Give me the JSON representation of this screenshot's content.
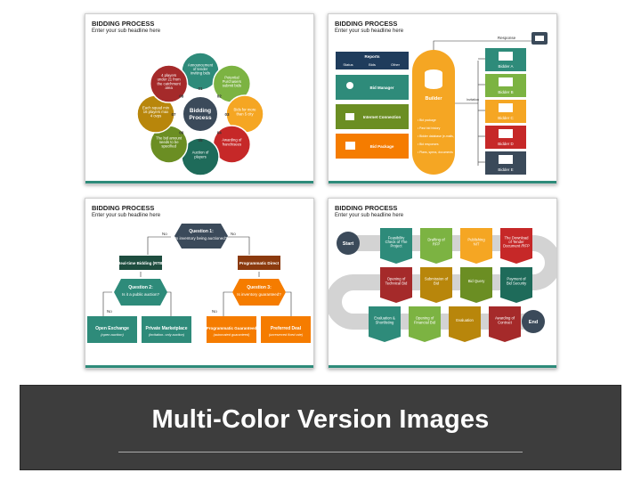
{
  "slides": [
    {
      "title": "BIDDING PROCESS",
      "subtitle": "Enter your sub headline here",
      "center_label": "Bidding Process",
      "steps": [
        {
          "num": "01",
          "text": "Announcement of tender inviting bids",
          "color": "#2e8b7a"
        },
        {
          "num": "02",
          "text": "Potential Purchasers submit bids",
          "color": "#7cb342"
        },
        {
          "num": "03",
          "text": "Bids for more than 5 city",
          "color": "#f5a623"
        },
        {
          "num": "04",
          "text": "Awarding of franchisees",
          "color": "#c62828"
        },
        {
          "num": "05",
          "text": "Auction of players",
          "color": "#1e6b5a"
        },
        {
          "num": "06",
          "text": "The bid amount needs to be specified",
          "color": "#6b8e23"
        },
        {
          "num": "07",
          "text": "Each squad min 16 players max 4 ovps",
          "color": "#b8860b"
        },
        {
          "num": "08",
          "text": "4 players under 21 from the catchment area",
          "color": "#a52a2a"
        }
      ]
    },
    {
      "title": "BIDDING PROCESS",
      "subtitle": "Enter your sub headline here",
      "response": "Response",
      "invitation": "Invitation",
      "reports": "Reports",
      "reports_tabs": [
        "Status",
        "Bids",
        "Other"
      ],
      "left_items": [
        "Bid Manager",
        "Internet Connection",
        "Bid Package"
      ],
      "builder": "Builder",
      "builder_bullets": [
        "Bid package",
        "Past bid history",
        "Bidder database (e-mails, company bid information)",
        "Bid responses",
        "Plans, specs, documents"
      ],
      "bidders": [
        "Bidder A",
        "Bidder B",
        "Bidder C",
        "Bidder D",
        "Bidder E"
      ],
      "bidder_colors": [
        "#2e8b7a",
        "#7cb342",
        "#f5a623",
        "#c62828",
        "#3b4a5a"
      ]
    },
    {
      "title": "BIDDING PROCESS",
      "subtitle": "Enter your sub headline here",
      "q1_title": "Question 1:",
      "q1_text": "Is inventory being auctioned?",
      "no": "No",
      "rtb": "Real-time Bidding (RTB)",
      "prog": "Programmatic Direct",
      "q2_title": "Question 2:",
      "q2_text": "Is it a public auction?",
      "q3_title": "Question 3:",
      "q3_text": "Is inventory guaranteed?",
      "open_ex": "Open Exchange",
      "open_ex_sub": "(open auction)",
      "pmp": "Private Marketplace",
      "pmp_sub": "(invitation- only auction)",
      "pg": "Programmatic Guaranteed",
      "pg_sub": "(automated guaranteed)",
      "pd": "Preferred Deal",
      "pd_sub": "(unreserved fixed rate)"
    },
    {
      "title": "BIDDING PROCESS",
      "subtitle": "Enter your sub headline here",
      "start": "Start",
      "end": "End",
      "row1": [
        {
          "text": "Feasibility Check of The Project",
          "color": "#2e8b7a"
        },
        {
          "text": "Drafting of RFP",
          "color": "#7cb342"
        },
        {
          "text": "Publishing NIT",
          "color": "#f5a623"
        },
        {
          "text": "The Download of Tender Document /RFP",
          "color": "#c62828"
        }
      ],
      "row2": [
        {
          "text": "Opening of Technical Bid",
          "color": "#a52a2a"
        },
        {
          "text": "Submission of Bid",
          "color": "#b8860b"
        },
        {
          "text": "Bid Query",
          "color": "#6b8e23"
        },
        {
          "text": "Payment of Bid Security",
          "color": "#1e6b5a"
        }
      ],
      "row3": [
        {
          "text": "Evaluation & Shortlisting",
          "color": "#2e8b7a"
        },
        {
          "text": "Opening of Financial Bid",
          "color": "#7cb342"
        },
        {
          "text": "Evaluation",
          "color": "#b8860b"
        },
        {
          "text": "Awarding of Contract",
          "color": "#a52a2a"
        }
      ]
    }
  ],
  "banner": {
    "title": "Multi-Color Version Images"
  }
}
